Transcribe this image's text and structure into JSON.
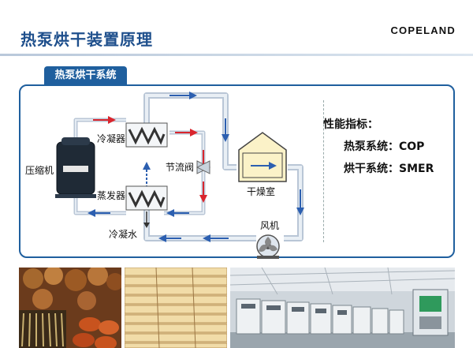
{
  "header": {
    "title": "热泵烘干装置原理",
    "brand": "COPELAND"
  },
  "section": {
    "label": "热泵烘干系统"
  },
  "diagram": {
    "labels": {
      "compressor": "压缩机",
      "condenser": "冷凝器",
      "evaporator": "蒸发器",
      "throttle": "节流阀",
      "dryer": "干燥室",
      "fan": "风机",
      "condensate": "冷凝水"
    }
  },
  "performance": {
    "title": "性能指标：",
    "items": [
      "热泵系统：COP",
      "烘干系统：SMER"
    ]
  },
  "colors": {
    "accent": "#1f5f9e",
    "title": "#1e4f8c",
    "hot_flow": "#d9262e",
    "cold_flow": "#2c5fb0"
  }
}
